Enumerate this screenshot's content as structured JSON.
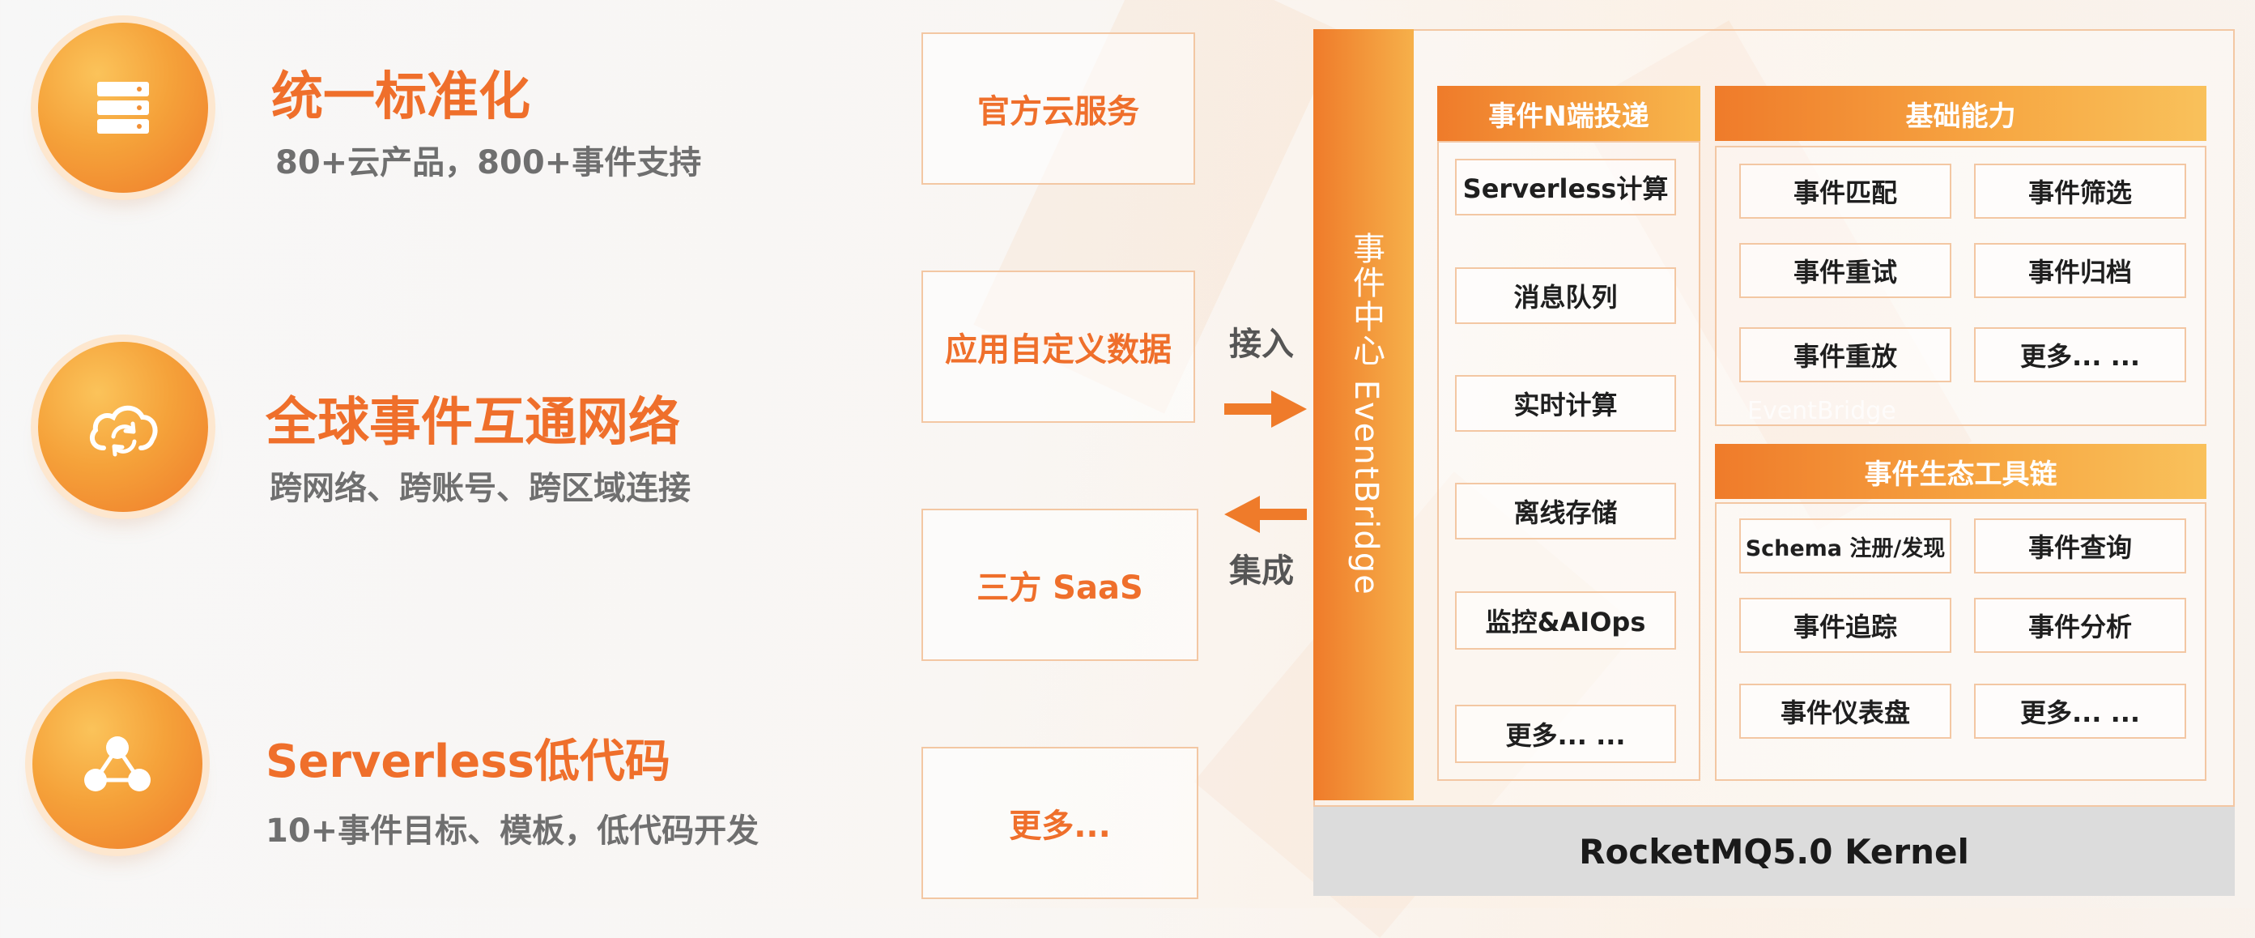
{
  "features": [
    {
      "icon": "server-stack-icon",
      "title": "统一标准化",
      "subtitle": "80+云产品，800+事件支持"
    },
    {
      "icon": "cloud-sync-icon",
      "title": "全球事件互通网络",
      "subtitle": "跨网络、跨账号、跨区域连接"
    },
    {
      "icon": "network-nodes-icon",
      "title": "Serverless低代码",
      "subtitle": "10+事件目标、模板，低代码开发"
    }
  ],
  "sources": [
    "官方云服务",
    "应用自定义数据",
    "三方 SaaS",
    "更多..."
  ],
  "flow": {
    "in_label": "接入",
    "out_label": "集成"
  },
  "eventbridge": {
    "title": "事件中心 EventBridge",
    "delivery": {
      "header": "事件N端投递",
      "items": [
        "Serverless计算",
        "消息队列",
        "实时计算",
        "离线存储",
        "监控&AIOps",
        "更多... ..."
      ]
    },
    "basic": {
      "header": "基础能力",
      "items": [
        "事件匹配",
        "事件筛选",
        "事件重试",
        "事件归档",
        "事件重放",
        "更多... ..."
      ],
      "watermark": "EventBridge"
    },
    "ecosystem": {
      "header": "事件生态工具链",
      "items": [
        "Schema 注册/发现",
        "事件查询",
        "事件追踪",
        "事件分析",
        "事件仪表盘",
        "更多... ..."
      ]
    }
  },
  "kernel": "RocketMQ5.0 Kernel",
  "colors": {
    "accent": "#ef6f2b",
    "accent_light": "#f8b64c",
    "border": "#f3c7a3",
    "kernel_bg": "#dcdcdc"
  }
}
